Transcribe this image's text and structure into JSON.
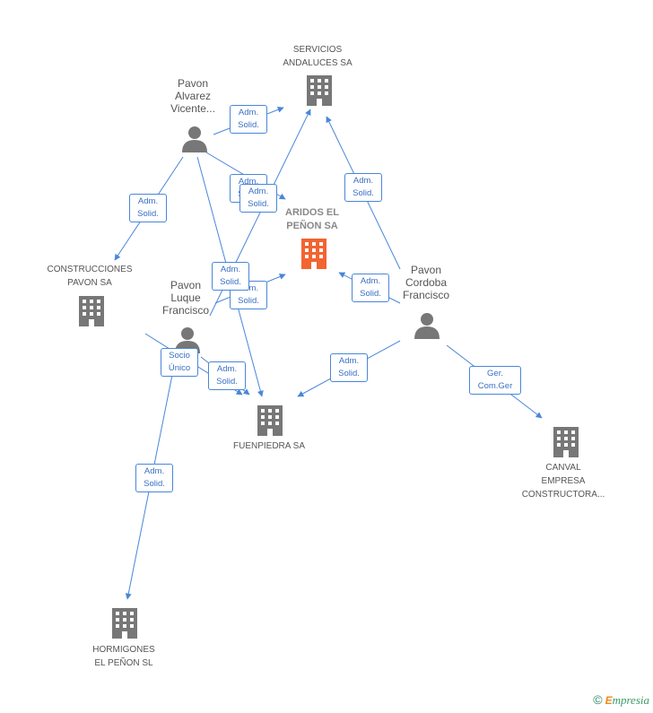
{
  "nodes": {
    "servicios": {
      "label": "SERVICIOS\nANDALUCES SA",
      "type": "company"
    },
    "aridos": {
      "label": "ARIDOS EL\nPEÑON SA",
      "type": "company-main"
    },
    "construcciones": {
      "label": "CONSTRUCCIONES\nPAVON SA",
      "type": "company"
    },
    "fuenpiedra": {
      "label": "FUENPIEDRA SA",
      "type": "company"
    },
    "canval": {
      "label": "CANVAL\nEMPRESA\nCONSTRUCTORA...",
      "type": "company"
    },
    "hormigones": {
      "label": "HORMIGONES\nEL PEÑON SL",
      "type": "company"
    },
    "pavon_alvarez": {
      "label": "Pavon\nAlvarez\nVicente...",
      "type": "person"
    },
    "pavon_luque": {
      "label": "Pavon\nLuque\nFrancisco",
      "type": "person"
    },
    "pavon_cordoba": {
      "label": "Pavon\nCordoba\nFrancisco",
      "type": "person"
    }
  },
  "edge_labels": {
    "adm_solid": "Adm.\nSolid.",
    "socio_unico": "Socio\nÚnico",
    "ger_com": "Ger.\nCom.Ger"
  },
  "colors": {
    "edge": "#4a86d8",
    "icon_gray": "#777777",
    "icon_main": "#f26430"
  },
  "footer": {
    "copyright": "©",
    "brand_initial": "E",
    "brand_rest": "mpresia"
  }
}
